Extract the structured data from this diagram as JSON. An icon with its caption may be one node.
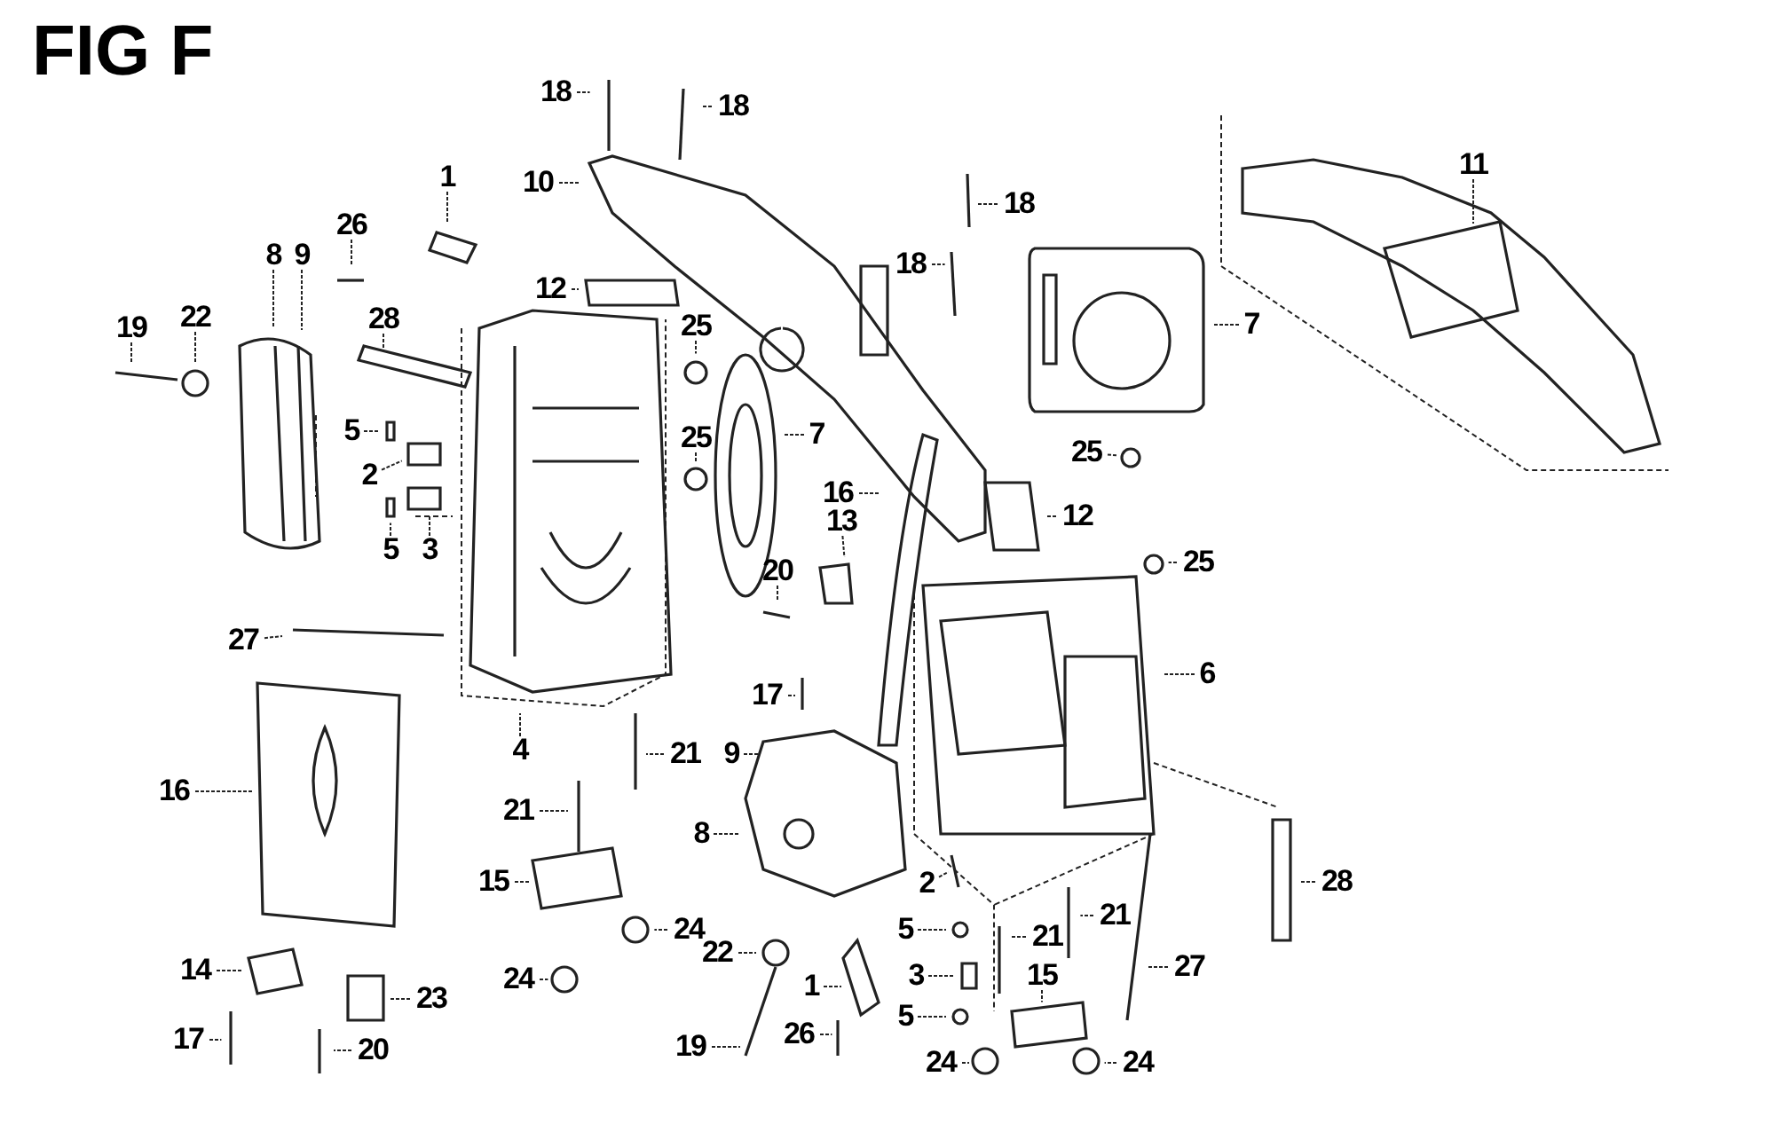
{
  "diagram": {
    "title": "FIG F",
    "nodes": [
      {
        "text": [
          "18"
        ]
      },
      {
        "text": [
          "18"
        ]
      },
      {
        "text": [
          "10"
        ]
      },
      {
        "text": [
          "1"
        ]
      },
      {
        "text": [
          "26"
        ]
      },
      {
        "text": [
          "18"
        ]
      },
      {
        "text": [
          "18"
        ]
      },
      {
        "text": [
          "11"
        ]
      },
      {
        "text": [
          "12"
        ]
      },
      {
        "text": [
          "28"
        ]
      },
      {
        "text": [
          "8"
        ]
      },
      {
        "text": [
          "9"
        ]
      },
      {
        "text": [
          "25"
        ]
      },
      {
        "text": [
          "7"
        ]
      },
      {
        "text": [
          "19"
        ]
      },
      {
        "text": [
          "22"
        ]
      },
      {
        "text": [
          "5"
        ]
      },
      {
        "text": [
          "2"
        ]
      },
      {
        "text": [
          "25"
        ]
      },
      {
        "text": [
          "7"
        ]
      },
      {
        "text": [
          "25"
        ]
      },
      {
        "text": [
          "16"
        ]
      },
      {
        "text": [
          "12"
        ]
      },
      {
        "text": [
          "5"
        ]
      },
      {
        "text": [
          "3"
        ]
      },
      {
        "text": [
          "20"
        ]
      },
      {
        "text": [
          "13"
        ]
      },
      {
        "text": [
          "25"
        ]
      },
      {
        "text": [
          "27"
        ]
      },
      {
        "text": [
          "6"
        ]
      },
      {
        "text": [
          "17"
        ]
      },
      {
        "text": [
          "4"
        ]
      },
      {
        "text": [
          "21"
        ]
      },
      {
        "text": [
          "9"
        ]
      },
      {
        "text": [
          "16"
        ]
      },
      {
        "text": [
          "21"
        ]
      },
      {
        "text": [
          "8"
        ]
      },
      {
        "text": [
          "28"
        ]
      },
      {
        "text": [
          "15"
        ]
      },
      {
        "text": [
          "2"
        ]
      },
      {
        "text": [
          "24"
        ]
      },
      {
        "text": [
          "21"
        ]
      },
      {
        "text": [
          "5"
        ]
      },
      {
        "text": [
          "21"
        ]
      },
      {
        "text": [
          "22"
        ]
      },
      {
        "text": [
          "27"
        ]
      },
      {
        "text": [
          "3"
        ]
      },
      {
        "text": [
          "1"
        ]
      },
      {
        "text": [
          "14"
        ]
      },
      {
        "text": [
          "15"
        ]
      },
      {
        "text": [
          "24"
        ]
      },
      {
        "text": [
          "23"
        ]
      },
      {
        "text": [
          "5"
        ]
      },
      {
        "text": [
          "17"
        ]
      },
      {
        "text": [
          "20"
        ]
      },
      {
        "text": [
          "19"
        ]
      },
      {
        "text": [
          "26"
        ]
      },
      {
        "text": [
          "24"
        ]
      },
      {
        "text": [
          "24"
        ]
      }
    ],
    "edges": [
      {
        "from": 0,
        "to": null,
        "arrow": "none"
      },
      {
        "from": 1,
        "to": null,
        "arrow": "none"
      },
      {
        "from": 2,
        "to": null,
        "arrow": "none"
      },
      {
        "from": 3,
        "to": null,
        "arrow": "none"
      },
      {
        "from": 4,
        "to": null,
        "arrow": "none"
      },
      {
        "from": 5,
        "to": null,
        "arrow": "none"
      },
      {
        "from": 6,
        "to": null,
        "arrow": "none"
      },
      {
        "from": 7,
        "to": null,
        "arrow": "none"
      },
      {
        "from": 8,
        "to": null,
        "arrow": "none"
      },
      {
        "from": 9,
        "to": null,
        "arrow": "none"
      },
      {
        "from": 10,
        "to": null,
        "arrow": "none"
      },
      {
        "from": 11,
        "to": null,
        "arrow": "none"
      },
      {
        "from": 12,
        "to": null,
        "arrow": "none"
      },
      {
        "from": 13,
        "to": null,
        "arrow": "none"
      },
      {
        "from": 14,
        "to": null,
        "arrow": "none"
      },
      {
        "from": 15,
        "to": null,
        "arrow": "none"
      },
      {
        "from": 16,
        "to": null,
        "arrow": "none"
      },
      {
        "from": 17,
        "to": null,
        "arrow": "none"
      },
      {
        "from": 18,
        "to": null,
        "arrow": "none"
      },
      {
        "from": 19,
        "to": null,
        "arrow": "none"
      },
      {
        "from": 20,
        "to": null,
        "arrow": "none"
      },
      {
        "from": 21,
        "to": null,
        "arrow": "none"
      },
      {
        "from": 22,
        "to": null,
        "arrow": "none"
      },
      {
        "from": 23,
        "to": null,
        "arrow": "none"
      },
      {
        "from": 24,
        "to": null,
        "arrow": "none"
      },
      {
        "from": 25,
        "to": null,
        "arrow": "none"
      },
      {
        "from": 26,
        "to": null,
        "arrow": "none"
      },
      {
        "from": 27,
        "to": null,
        "arrow": "none"
      },
      {
        "from": 28,
        "to": null,
        "arrow": "none"
      },
      {
        "from": 29,
        "to": null,
        "arrow": "none"
      },
      {
        "from": 30,
        "to": null,
        "arrow": "none"
      },
      {
        "from": 31,
        "to": null,
        "arrow": "none"
      },
      {
        "from": 32,
        "to": null,
        "arrow": "none"
      },
      {
        "from": 33,
        "to": null,
        "arrow": "none"
      },
      {
        "from": 34,
        "to": null,
        "arrow": "none"
      },
      {
        "from": 35,
        "to": null,
        "arrow": "none"
      },
      {
        "from": 36,
        "to": null,
        "arrow": "none"
      },
      {
        "from": 37,
        "to": null,
        "arrow": "none"
      },
      {
        "from": 38,
        "to": null,
        "arrow": "none"
      },
      {
        "from": 39,
        "to": null,
        "arrow": "none"
      },
      {
        "from": 40,
        "to": null,
        "arrow": "none"
      },
      {
        "from": 41,
        "to": null,
        "arrow": "none"
      },
      {
        "from": 42,
        "to": null,
        "arrow": "none"
      },
      {
        "from": 43,
        "to": null,
        "arrow": "none"
      },
      {
        "from": 44,
        "to": null,
        "arrow": "none"
      },
      {
        "from": 45,
        "to": null,
        "arrow": "none"
      },
      {
        "from": 46,
        "to": null,
        "arrow": "none"
      },
      {
        "from": 47,
        "to": null,
        "arrow": "none"
      },
      {
        "from": 48,
        "to": null,
        "arrow": "none"
      },
      {
        "from": 49,
        "to": null,
        "arrow": "none"
      },
      {
        "from": 50,
        "to": null,
        "arrow": "none"
      },
      {
        "from": 51,
        "to": null,
        "arrow": "none"
      },
      {
        "from": 52,
        "to": null,
        "arrow": "none"
      },
      {
        "from": 53,
        "to": null,
        "arrow": "none"
      },
      {
        "from": 54,
        "to": null,
        "arrow": "none"
      },
      {
        "from": 55,
        "to": null,
        "arrow": "none"
      },
      {
        "from": 56,
        "to": null,
        "arrow": "none"
      },
      {
        "from": 57,
        "to": null,
        "arrow": "none"
      },
      {
        "from": 58,
        "to": null,
        "arrow": "none"
      }
    ]
  }
}
